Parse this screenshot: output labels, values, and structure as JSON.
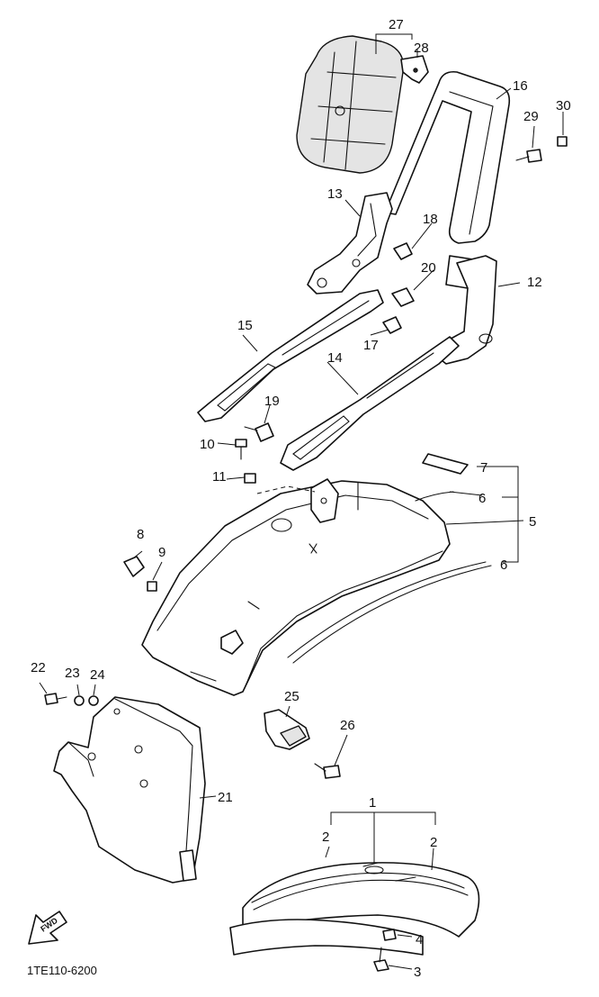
{
  "diagram": {
    "callouts": [
      "1",
      "2",
      "2",
      "3",
      "4",
      "5",
      "6",
      "6",
      "7",
      "8",
      "9",
      "10",
      "11",
      "12",
      "13",
      "14",
      "15",
      "16",
      "17",
      "18",
      "19",
      "20",
      "21",
      "22",
      "23",
      "24",
      "25",
      "26",
      "27",
      "28",
      "29",
      "30"
    ],
    "fwd_label": "FWD",
    "drawing_code": "1TE110-6200"
  }
}
